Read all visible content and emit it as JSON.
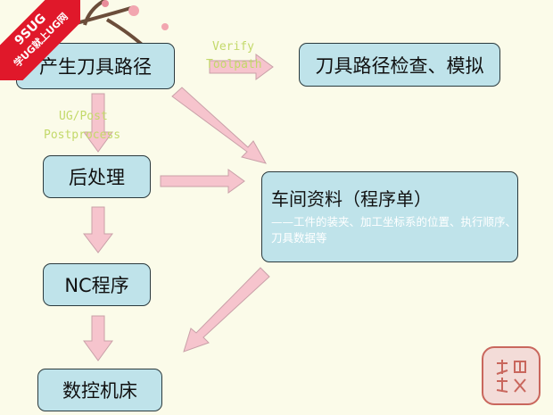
{
  "diagram": {
    "nodes": {
      "generate": "产生刀具路径",
      "verify": "刀具路径检查、模拟",
      "postprocess": "后处理",
      "nc": "NC程序",
      "machine": "数控机床",
      "resource_title": "车间资料（程序单）",
      "resource_desc": "——工件的装夹、加工坐标系的位置、执行顺序、刀具数据等"
    },
    "labels": {
      "verify_line1": "Verify",
      "verify_line2": "Toolpath",
      "post_line1": "UG/Post",
      "post_line2": "Postprocess"
    }
  },
  "badge": {
    "line1": "9SUG",
    "line2": "学UG就上UG网"
  },
  "colors": {
    "box_fill": "#bfe3ea",
    "arrow_fill": "#f6c4cd",
    "note_text": "#c3d96a",
    "badge_red": "#e0182a"
  }
}
